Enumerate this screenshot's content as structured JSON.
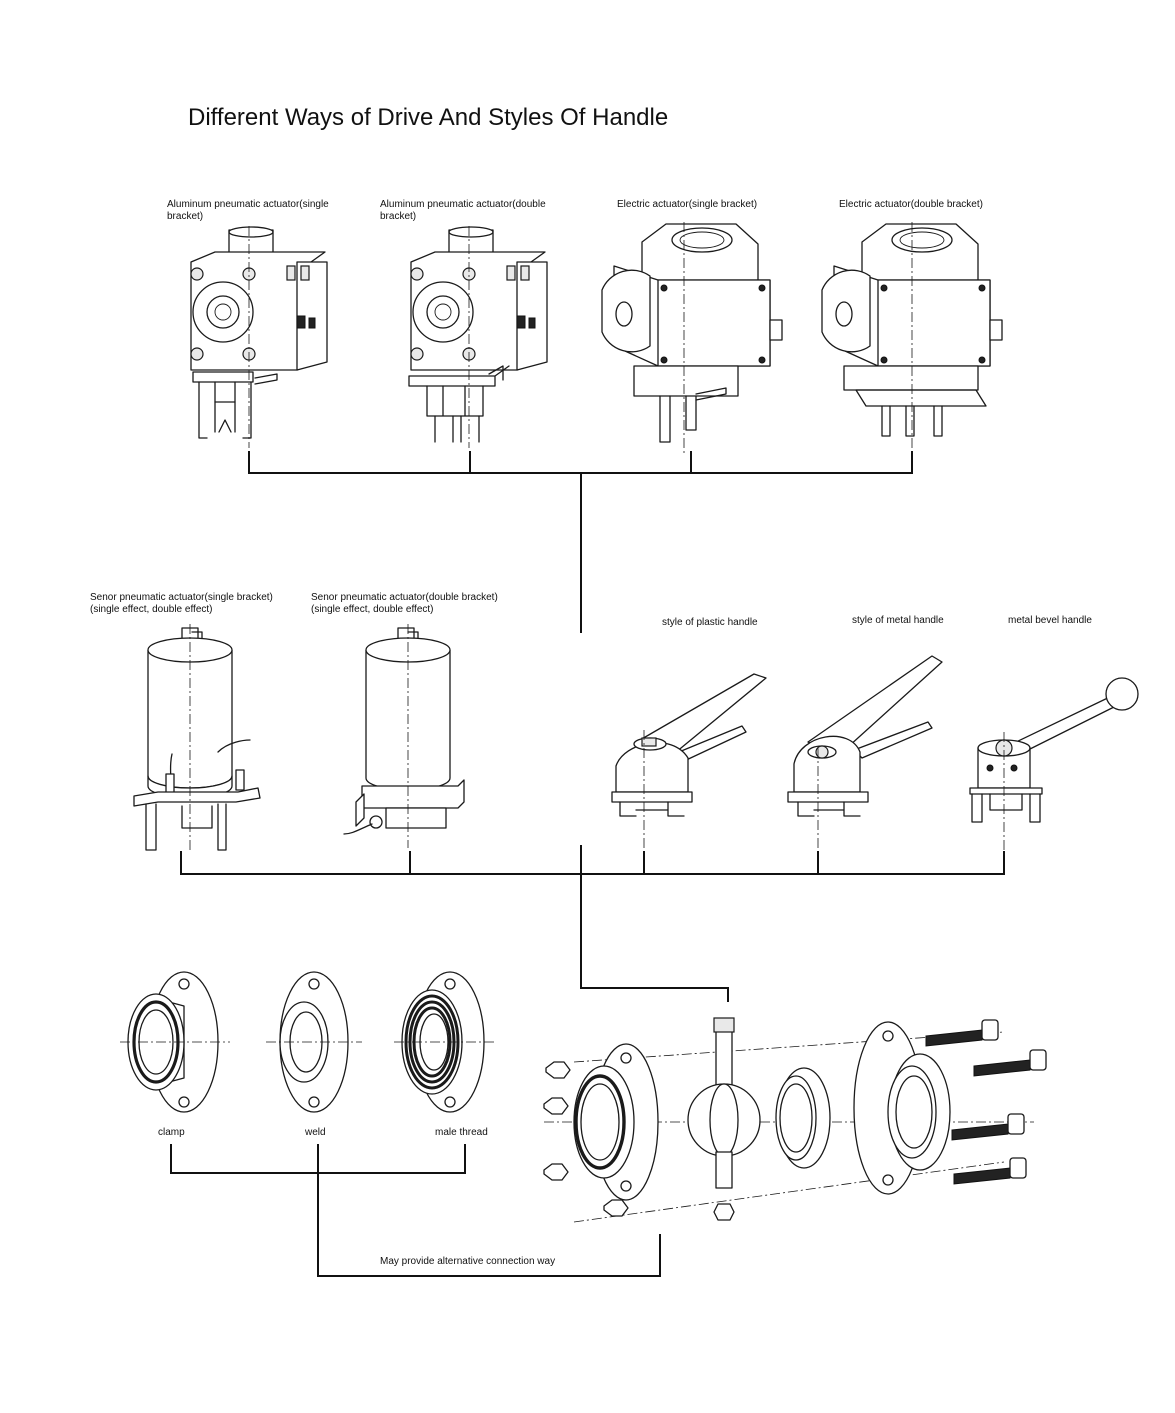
{
  "title": "Different Ways of Drive And Styles Of Handle",
  "actuators_top": [
    {
      "label": "Aluminum pneumatic actuator(single bracket)",
      "icon": "pneumatic-actuator-single-bracket-icon"
    },
    {
      "label": "Aluminum pneumatic actuator(double bracket)",
      "icon": "pneumatic-actuator-double-bracket-icon"
    },
    {
      "label": "Electric actuator(single bracket)",
      "icon": "electric-actuator-single-bracket-icon"
    },
    {
      "label": "Electric actuator(double bracket)",
      "icon": "electric-actuator-double-bracket-icon"
    }
  ],
  "actuators_mid": [
    {
      "label": "Senor pneumatic actuator(single bracket)\n(single effect, double effect)",
      "icon": "cylinder-actuator-single-bracket-icon"
    },
    {
      "label": "Senor pneumatic actuator(double bracket)\n(single effect, double effect)",
      "icon": "cylinder-actuator-double-bracket-icon"
    }
  ],
  "handles": [
    {
      "label": "style of plastic handle",
      "icon": "plastic-handle-icon"
    },
    {
      "label": "style of metal handle",
      "icon": "metal-handle-icon"
    },
    {
      "label": "metal bevel handle",
      "icon": "bevel-handle-icon"
    }
  ],
  "connections": [
    {
      "label": "clamp",
      "icon": "clamp-end-icon"
    },
    {
      "label": "weld",
      "icon": "weld-end-icon"
    },
    {
      "label": "male thread",
      "icon": "male-thread-end-icon"
    }
  ],
  "note": "May provide alternative connection way",
  "valve_icon": "ball-valve-exploded-icon"
}
